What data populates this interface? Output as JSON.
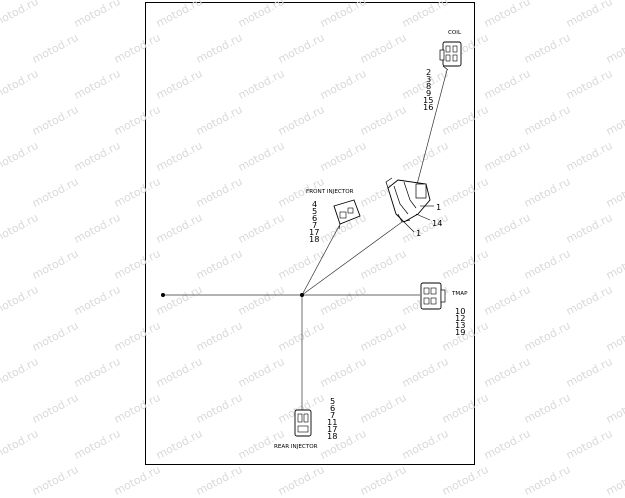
{
  "watermark": "motod.ru",
  "components": {
    "coil": {
      "label": "COIL",
      "pins": [
        "2",
        "3",
        "8",
        "9",
        "15",
        "16"
      ]
    },
    "front_injector": {
      "label": "FRONT INJECTOR",
      "pins": [
        "4",
        "5",
        "6",
        "7",
        "17",
        "18"
      ]
    },
    "rear_injector": {
      "label": "REAR INJECTOR",
      "pins": [
        "5",
        "6",
        "7",
        "11",
        "17",
        "18"
      ]
    },
    "tmap": {
      "label": "TMAP",
      "pins": [
        "10",
        "12",
        "13",
        "19"
      ]
    },
    "ground_bracket": {
      "callouts": [
        "1",
        "14",
        "1"
      ]
    }
  }
}
